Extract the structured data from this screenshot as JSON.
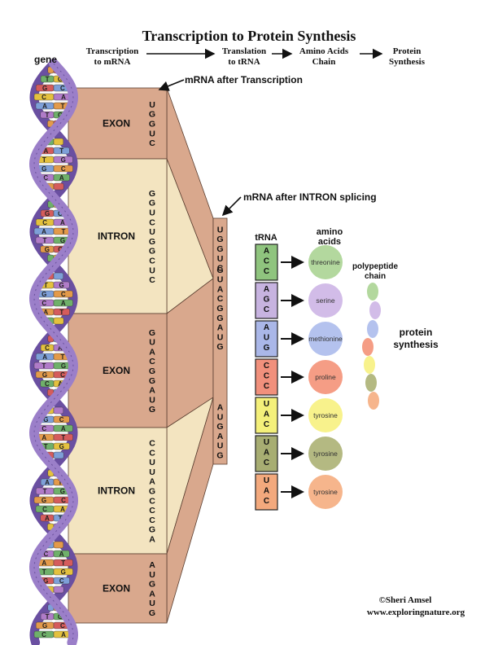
{
  "title": "Transcription to Protein Synthesis",
  "flow": {
    "step1": [
      "Transcription",
      "to mRNA"
    ],
    "step2": [
      "Translation",
      "to tRNA"
    ],
    "step3": [
      "Amino Acids",
      "Chain"
    ],
    "step4": [
      "Protein",
      "Synthesis"
    ]
  },
  "gene_label": "gene",
  "mrna_transcription_label": "mRNA after Transcription",
  "mrna_splicing_label": "mRNA after INTRON splicing",
  "segments": [
    {
      "type": "EXON",
      "seq": "UGGUC"
    },
    {
      "type": "INTRON",
      "seq": "GGUCUGGCUC"
    },
    {
      "type": "EXON",
      "seq": "GUACGGAUG"
    },
    {
      "type": "INTRON",
      "seq": "CCUUAGCCCGA"
    },
    {
      "type": "EXON",
      "seq": "AUGAUG"
    }
  ],
  "spliced_mrna": [
    "UGGUC",
    "GUACGGAUG",
    "AUGAUG"
  ],
  "trna_header": "tRNA",
  "amino_header": [
    "amino",
    "acids"
  ],
  "polypeptide_label": [
    "polypeptide",
    "chain"
  ],
  "protein_label": [
    "protein",
    "synthesis"
  ],
  "trna": [
    {
      "codon": "ACC",
      "amino": "threonine",
      "box": "#8fc47e",
      "circle": "#b3d89e"
    },
    {
      "codon": "AGC",
      "amino": "serine",
      "box": "#c7b3e0",
      "circle": "#d2bce8"
    },
    {
      "codon": "AUG",
      "amino": "methionine",
      "box": "#aab7e8",
      "circle": "#b4c2ee"
    },
    {
      "codon": "CCC",
      "amino": "proline",
      "box": "#f1907c",
      "circle": "#f59d85"
    },
    {
      "codon": "UAC",
      "amino": "tyrosine",
      "box": "#f4f07a",
      "circle": "#f8f28c"
    },
    {
      "codon": "UAC",
      "amino": "tyrosine",
      "box": "#a7ad72",
      "circle": "#b4b982"
    },
    {
      "codon": "UAC",
      "amino": "tyrosine",
      "box": "#f3a97d",
      "circle": "#f6b58c"
    }
  ],
  "chain_colors": [
    "#b3d89e",
    "#d2bce8",
    "#b4c2ee",
    "#f59d85",
    "#f8f28c",
    "#b4b982",
    "#f6b58c"
  ],
  "colors": {
    "exon": "#d9a88d",
    "intron": "#f3e4c0",
    "helix": "#9b7fc9",
    "helix_dark": "#6a4fa1",
    "spliced_strip": "#d9a88d"
  },
  "credit": [
    "©Sheri Amsel",
    "www.exploringnature.org"
  ]
}
